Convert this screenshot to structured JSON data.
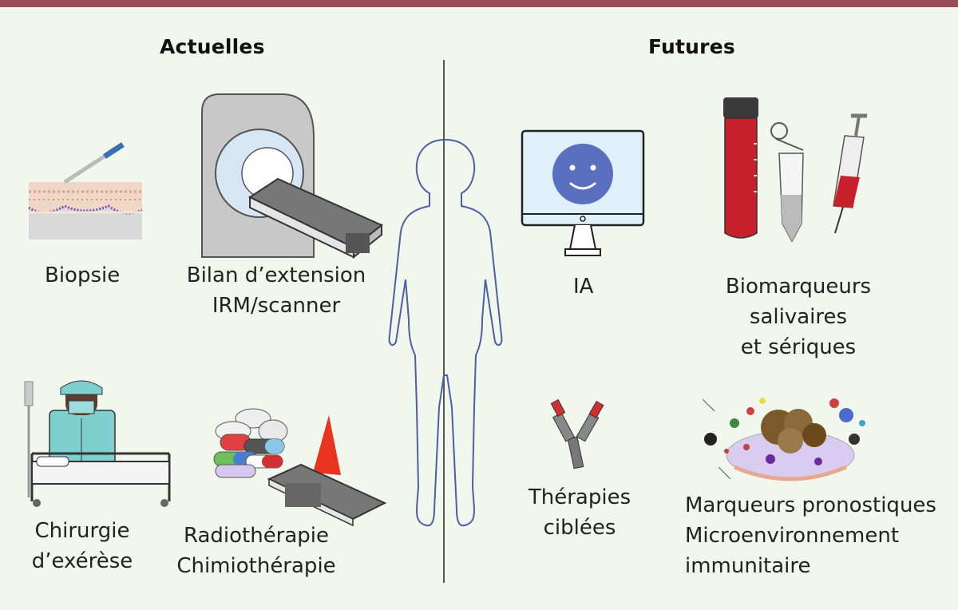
{
  "headings": {
    "current": "Actuelles",
    "future": "Futures"
  },
  "current": {
    "biopsy": "Biopsie",
    "staging_line1": "Bilan d’extension",
    "staging_line2": "IRM/scanner",
    "surgery_line1": "Chirurgie",
    "surgery_line2": "d’exérèse",
    "treatment_line1": "Radiothérapie",
    "treatment_line2": "Chimiothérapie"
  },
  "future": {
    "ai": "IA",
    "biomarkers_line1": "Biomarqueurs",
    "biomarkers_line2": "salivaires",
    "biomarkers_line3": "et sériques",
    "targeted_line1": "Thérapies",
    "targeted_line2": "ciblées",
    "prognostic_line1": "Marqueurs pronostiques",
    "prognostic_line2": "Microenvironnement",
    "prognostic_line3": "immunitaire"
  },
  "icons": {
    "biopsy": "scalpel-skin-icon",
    "staging": "ct-scanner-icon",
    "surgery": "surgeon-bed-icon",
    "treatment": "pills-radiation-icon",
    "body": "human-silhouette-icon",
    "ai": "monitor-smiley-icon",
    "biomarkers": "tubes-syringe-icon",
    "targeted": "antibody-icon",
    "prognostic": "tumor-microenvironment-icon"
  },
  "colors": {
    "background": "#f1f7ed",
    "top_bar": "#9b4a57",
    "body_outline": "#4a5fa8",
    "blood": "#c8202a",
    "screen_face": "#5a6fc0"
  }
}
